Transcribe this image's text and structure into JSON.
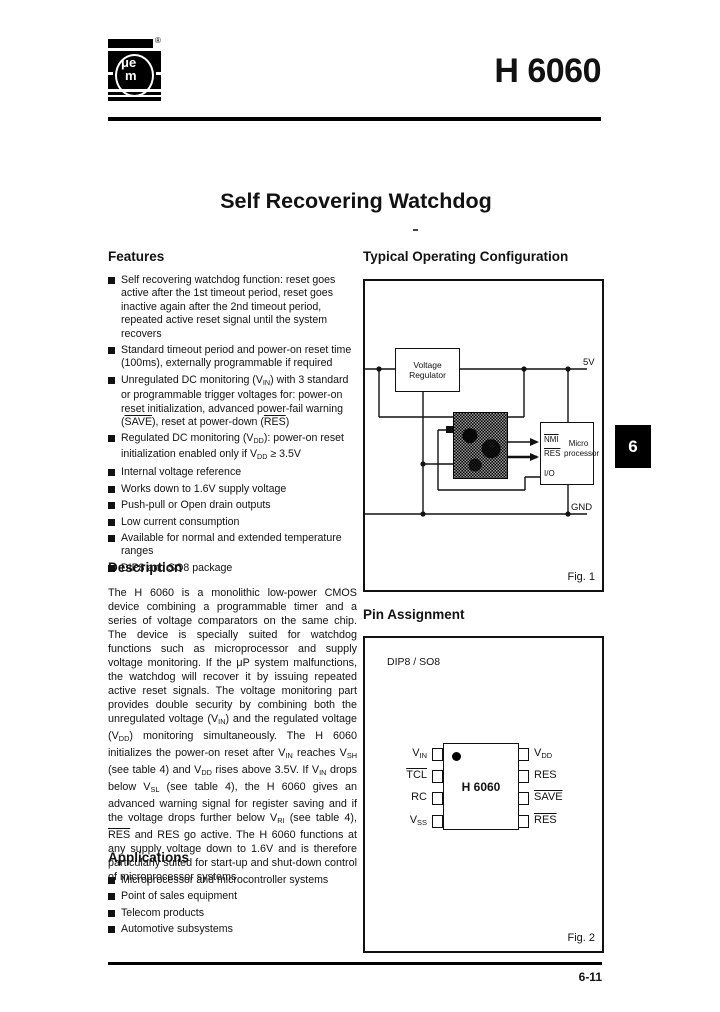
{
  "page": {
    "part_number": "H 6060",
    "doc_title": "Self Recovering Watchdog",
    "page_number": "6-11",
    "section_tab": "6",
    "logo": {
      "text_top": "μe",
      "text_bottom": "m",
      "registered": "®"
    }
  },
  "features": {
    "heading": "Features",
    "items": [
      "Self recovering watchdog function: reset goes active after the 1st timeout period, reset goes inactive again after the 2nd timeout period, repeated active reset signal until the system recovers",
      "Standard timeout period and power-on reset time (100ms), externally programmable if required",
      "Unregulated DC monitoring (V_{IN}) with 3 standard or programmable trigger voltages for: power-on reset initialization, advanced power-fail warning (#{SAVE}), reset at power-down (#{RES})",
      "Regulated DC monitoring (V_{DD}): power-on reset initialization enabled only if V_{DD} ≥ 3.5V",
      "Internal voltage reference",
      "Works down to 1.6V supply voltage",
      "Push-pull or Open drain outputs",
      "Low current consumption",
      "Available for normal and extended temperature ranges",
      "DIP8 and SO8 package"
    ]
  },
  "description": {
    "heading": "Description",
    "text": "The H 6060 is a monolithic low-power CMOS device combining a programmable timer and a series of voltage comparators on the same chip. The device is specially suited for watchdog functions such as microprocessor and supply voltage monitoring. If the μP system malfunctions, the watchdog will recover it by issuing repeated active reset signals. The voltage monitoring part provides double security by combining both the unregulated voltage (V_{IN}) and the regulated voltage (V_{DD}) monitoring simultaneously. The H 6060 initializes the power-on reset after V_{IN} reaches V_{SH} (see table 4) and V_{DD} rises above 3.5V. If V_{IN} drops below V_{SL} (see table 4), the H 6060 gives an advanced warning signal for register saving and if the voltage drops further below V_{RI} (see table 4), #{RES} and RES go active. The H 6060 functions at any supply voltage down to 1.6V and is therefore particularly suited for start-up and shut-down control of microprocessor systems."
  },
  "applications": {
    "heading": "Applications",
    "items": [
      "Microprocessor and microcontroller systems",
      "Point of sales equipment",
      "Telecom products",
      "Automotive subsystems"
    ]
  },
  "fig1": {
    "heading": "Typical Operating Configuration",
    "caption": "Fig. 1",
    "labels": {
      "regulator": "Voltage Regulator",
      "rail_5v": "5V",
      "gnd": "GND",
      "nmi": "#{NMI}",
      "res": "#{RES}",
      "micro": "Micro processor",
      "io": "I/O"
    }
  },
  "fig2": {
    "heading": "Pin Assignment",
    "caption": "Fig. 2",
    "package": "DIP8 / SO8",
    "chip_label": "H 6060",
    "pins_left": [
      "V_{IN}",
      "#{TCL}",
      "RC",
      "V_{SS}"
    ],
    "pins_right": [
      "V_{DD}",
      "RES",
      "#{SAVE}",
      "#{RES}"
    ]
  }
}
